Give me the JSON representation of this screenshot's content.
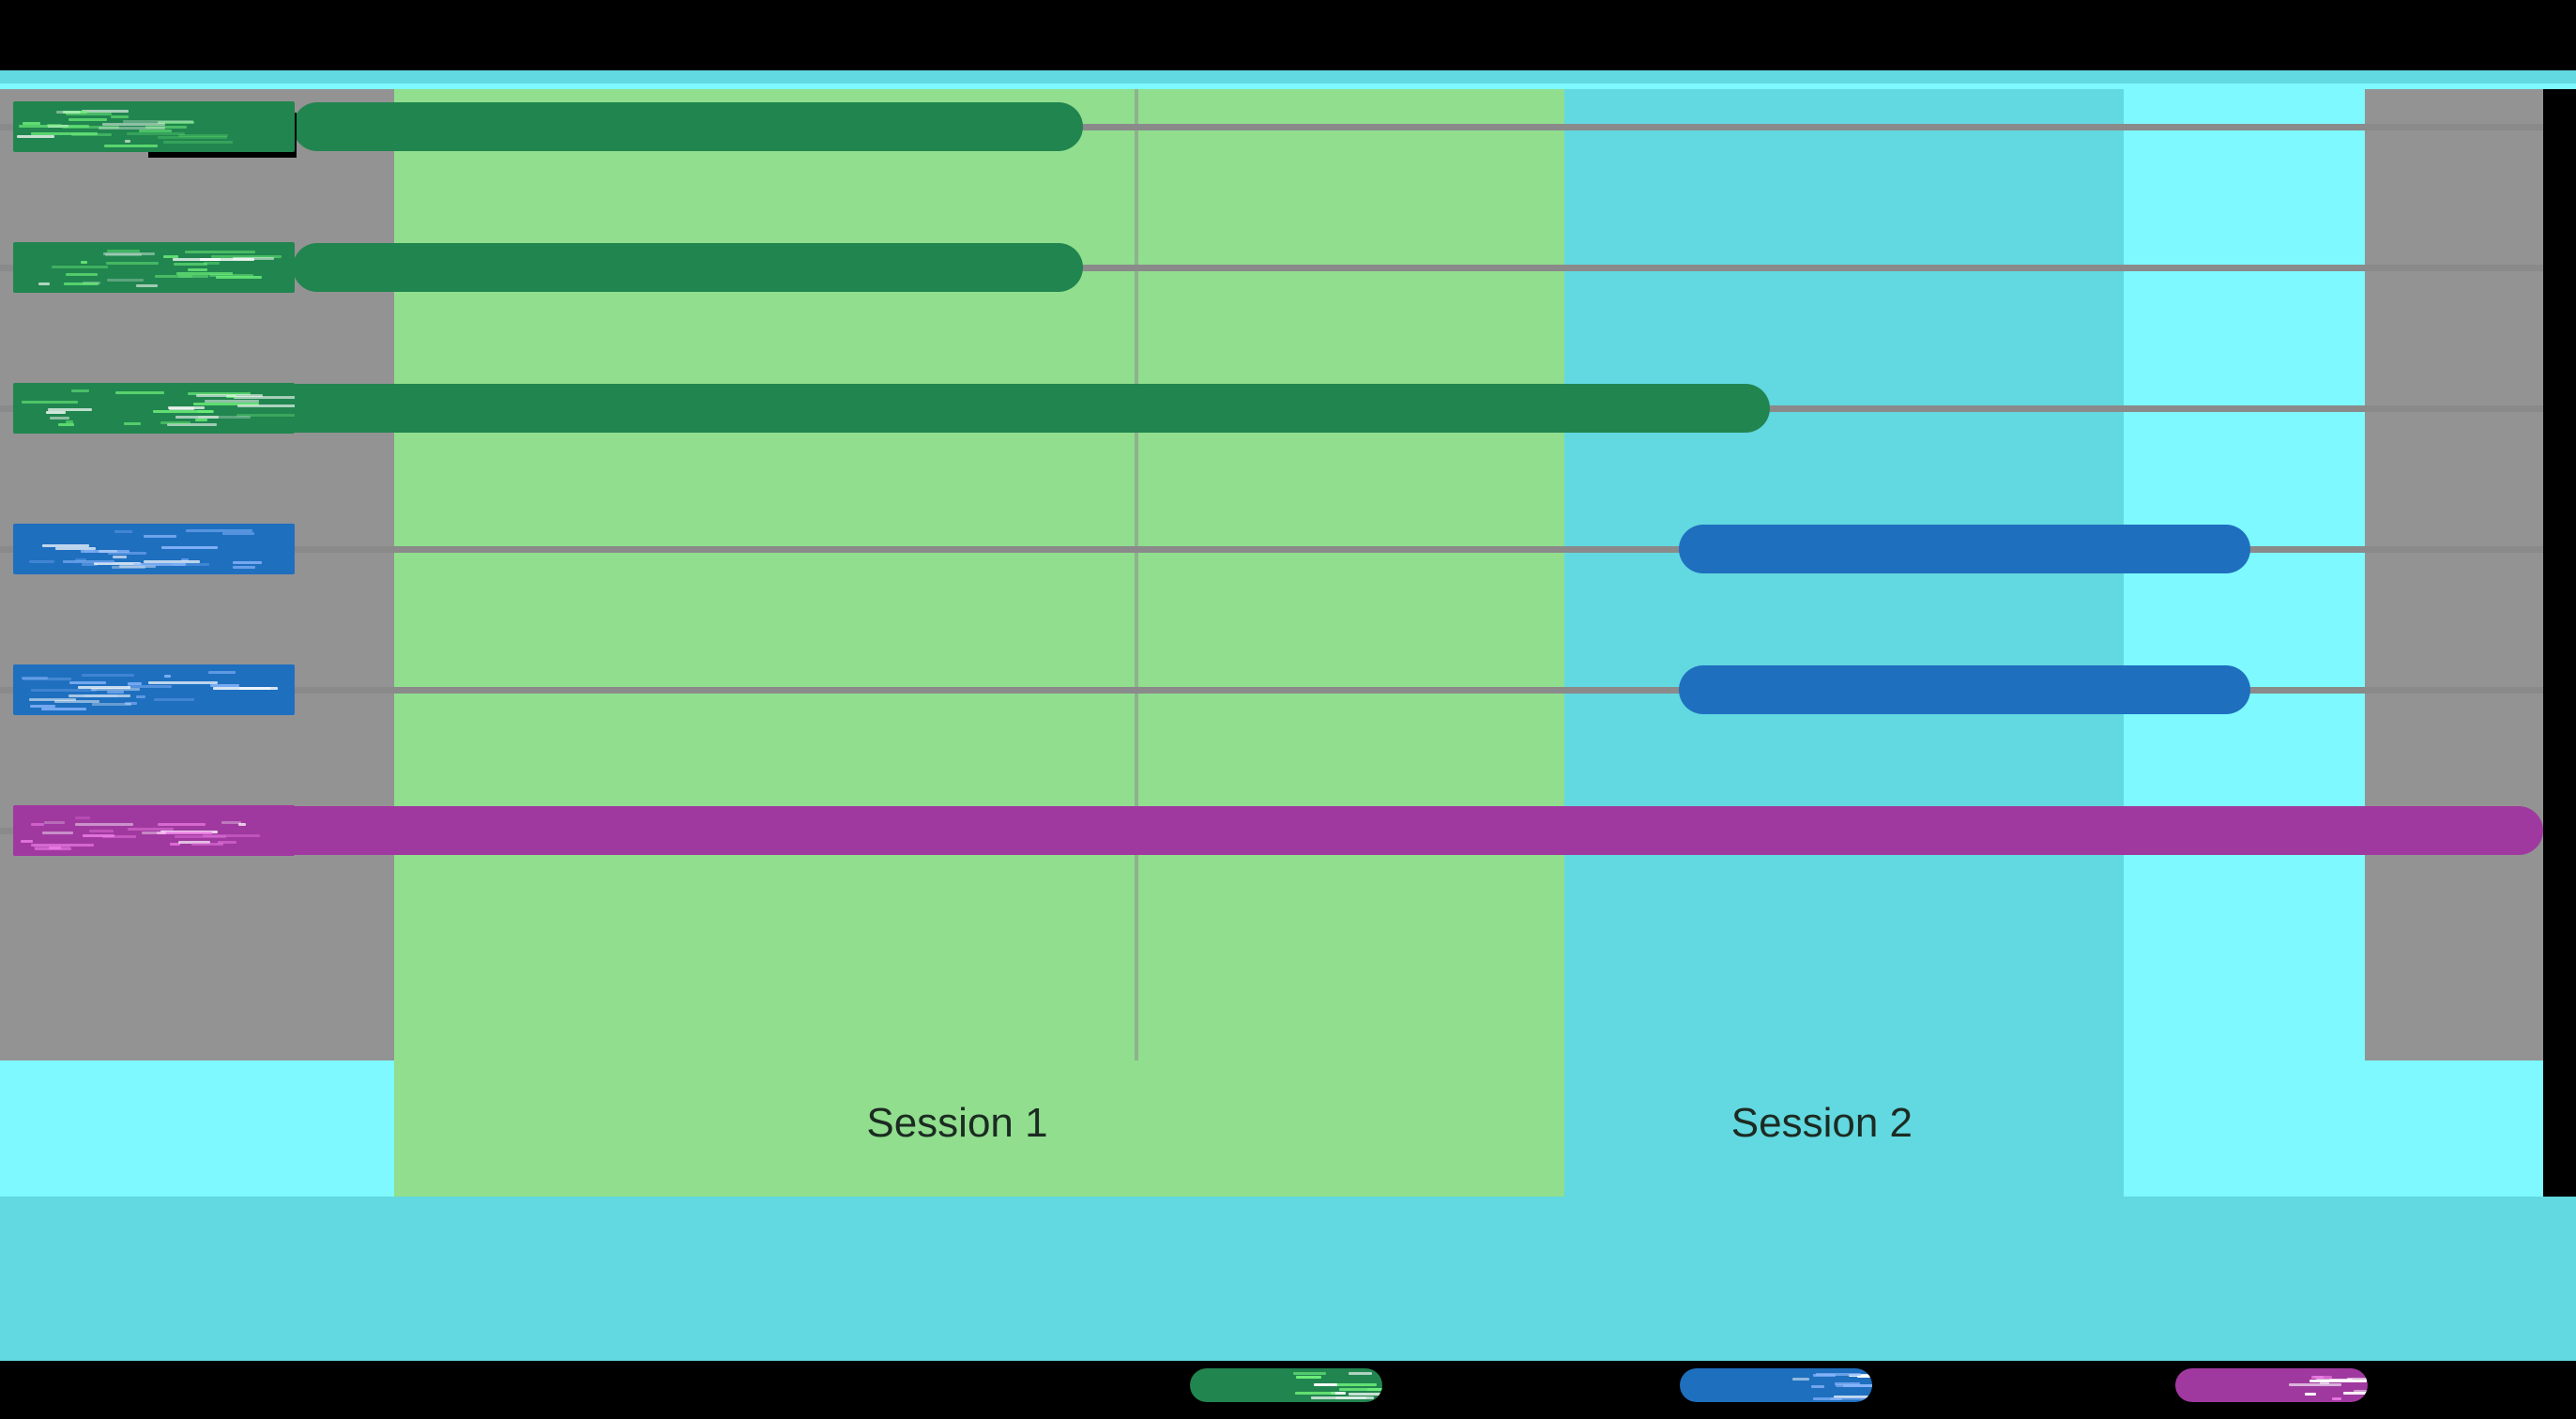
{
  "figure": {
    "title_redacted": true,
    "background_color": "#000000",
    "plot_background_color": "#939393"
  },
  "chart_data": {
    "type": "bar",
    "chart_subtype": "gantt",
    "title": "",
    "xlabel": "",
    "ylabel": "",
    "grid": true,
    "legend_position": "bottom",
    "categories": [
      "DataSet1",
      "DataSet2",
      "DataSet3",
      "DataSetB1",
      "DataSetB2",
      "DataSetC1"
    ],
    "category_labels_redacted": true,
    "xlim": [
      0,
      100
    ],
    "series": [
      {
        "name": "Group A",
        "color": "#21854F",
        "bars": [
          {
            "category": "DataSet1",
            "start": 11.5,
            "end": 42.6,
            "row": 0
          },
          {
            "category": "DataSet2",
            "start": 11.5,
            "end": 42.6,
            "row": 1
          },
          {
            "category": "DataSet3",
            "start": 7.3,
            "end": 69.6,
            "row": 2
          }
        ]
      },
      {
        "name": "Group B",
        "color": "#1F6FBF",
        "bars": [
          {
            "category": "DataSetB1",
            "start": 66.0,
            "end": 88.5,
            "row": 3
          },
          {
            "category": "DataSetB2",
            "start": 66.0,
            "end": 88.5,
            "row": 4
          }
        ]
      },
      {
        "name": "Group C",
        "color": "#A0399F",
        "bars": [
          {
            "category": "DataSetC1",
            "start": 5.6,
            "end": 100.0,
            "row": 5
          }
        ]
      }
    ],
    "background_bands": [
      {
        "label": "Session 1",
        "color": "#90DE8E",
        "x_start": 15.5,
        "x_end": 61.5
      },
      {
        "label": "Session 2",
        "color": "#62D8E0",
        "x_start": 61.5,
        "x_end": 83.5
      },
      {
        "label": "",
        "color": "#7DF9FF",
        "x_start": 83.5,
        "x_end": 93.0
      }
    ],
    "gridlines_y": [
      0,
      1,
      2,
      3,
      4,
      5
    ]
  },
  "axis": {
    "y_tick_labels": [
      {
        "text": "DataSet1",
        "redacted": true,
        "color": "#21854F"
      },
      {
        "text": "DataSet2",
        "redacted": true,
        "color": "#21854F"
      },
      {
        "text": "DataSet3",
        "redacted": true,
        "color": "#21854F"
      },
      {
        "text": "DataSetB1",
        "redacted": true,
        "color": "#1F6FBF"
      },
      {
        "text": "DataSetB2",
        "redacted": true,
        "color": "#1F6FBF"
      },
      {
        "text": "DataSetC1",
        "redacted": true,
        "color": "#A0399F"
      }
    ]
  },
  "session_labels": [
    {
      "text": "Session 1"
    },
    {
      "text": "Session 2"
    }
  ],
  "legend": {
    "entries": [
      {
        "label": "",
        "color": "#21854F",
        "redacted": true
      },
      {
        "label": "",
        "color": "#1F6FBF",
        "redacted": true
      },
      {
        "label": "",
        "color": "#A0399F",
        "redacted": true
      }
    ]
  },
  "colors": {
    "session1": "#90DE8E",
    "session2": "#62D8E0",
    "session3": "#7DF9FF",
    "green_bar": "#21854F",
    "blue_bar": "#1F6FBF",
    "magenta_bar": "#A0399F",
    "plot_bg": "#939393",
    "gridline": "#8A8A8A",
    "figure_bg": "#000000"
  }
}
